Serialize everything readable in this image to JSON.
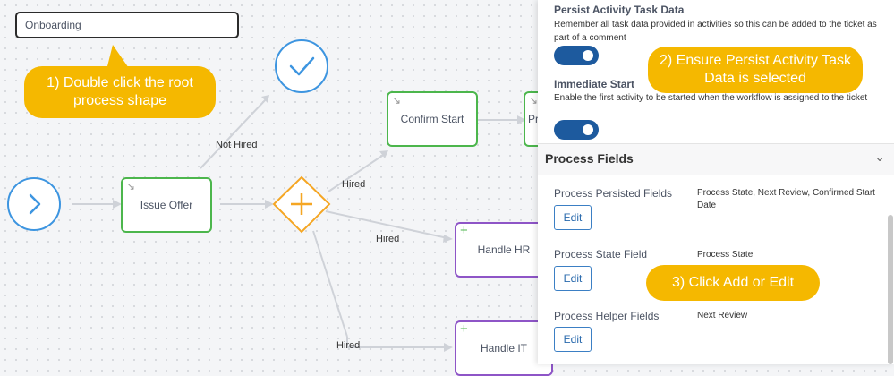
{
  "process": {
    "name": "Onboarding"
  },
  "workflow": {
    "tasks": {
      "issue_offer": "Issue Offer",
      "confirm_start": "Confirm Start",
      "confirm_start_next": "Pre",
      "handle_hr": "Handle HR",
      "handle_it": "Handle IT"
    },
    "edges": {
      "not_hired": "Not Hired",
      "hired_1": "Hired",
      "hired_2": "Hired",
      "hired_3": "Hired"
    }
  },
  "panel": {
    "persist": {
      "title": "Persist Activity Task Data",
      "description": "Remember all task data provided in activities so this can be added to the ticket as part of a comment",
      "enabled": true
    },
    "immediate": {
      "title": "Immediate Start",
      "description": "Enable the first activity to be started when the workflow is assigned to the ticket",
      "enabled": true
    },
    "section_title": "Process Fields",
    "fields": [
      {
        "label": "Process Persisted Fields",
        "value": "Process State, Next Review, Confirmed Start Date",
        "button": "Edit"
      },
      {
        "label": "Process State Field",
        "value": "Process State",
        "button": "Edit"
      },
      {
        "label": "Process Helper Fields",
        "value": "Next Review",
        "button": "Edit"
      }
    ]
  },
  "callouts": {
    "c1": "1) Double click the root process shape",
    "c2": "2) Ensure Persist Activity Task Data is selected",
    "c3": "3) Click Add or Edit"
  },
  "colors": {
    "task_green": "#4cb64c",
    "task_purple": "#8e55c7",
    "gateway_orange": "#f5a623",
    "event_blue": "#3d95e0",
    "toggle_on": "#1d5a9e",
    "callout": "#f5b800"
  }
}
